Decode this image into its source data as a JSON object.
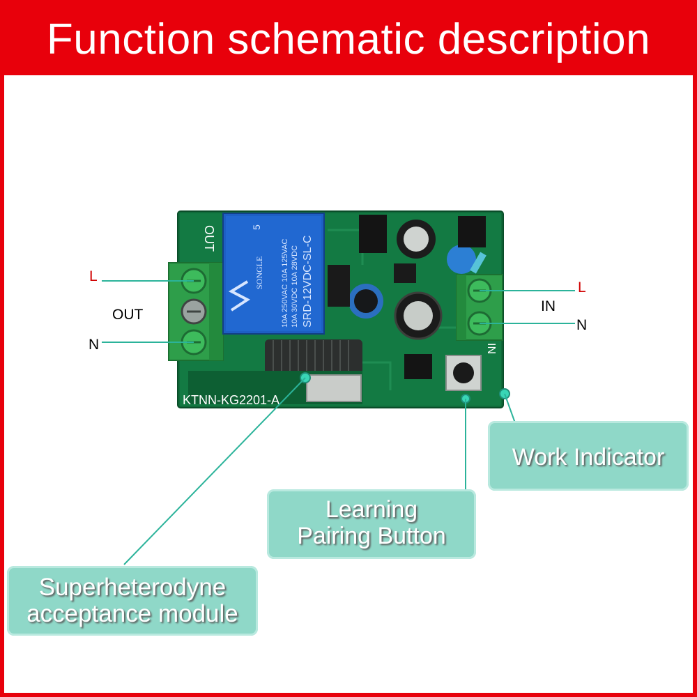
{
  "title": "Function schematic description",
  "wire_labels": {
    "out_l": "L",
    "out_n": "N",
    "out": "OUT",
    "in": "IN",
    "in_l": "L",
    "in_n": "N"
  },
  "board_text": {
    "model": "KTNN-KG2201-A",
    "relay_brand": "SONGLE",
    "relay_specs": [
      "10A 250VAC  10A 125VAC",
      "10A 30VDC  10A 28VDC",
      "SRD-12VDC-SL-C"
    ],
    "relay_mark": "5",
    "out_mark": "OUT",
    "in_mark": "IN"
  },
  "callouts": {
    "work_indicator": "Work Indicator",
    "learning_line1": "Learning",
    "learning_line2": "Pairing Button",
    "super_line1": "Superheterodyne",
    "super_line2": "acceptance module"
  },
  "colors": {
    "frame": "#e8000b",
    "board": "#0f6b3a",
    "terminal": "#2e9e4a",
    "relay": "#1d5fc4",
    "leader": "#2bb39a",
    "callout": "#8fd8c8"
  }
}
